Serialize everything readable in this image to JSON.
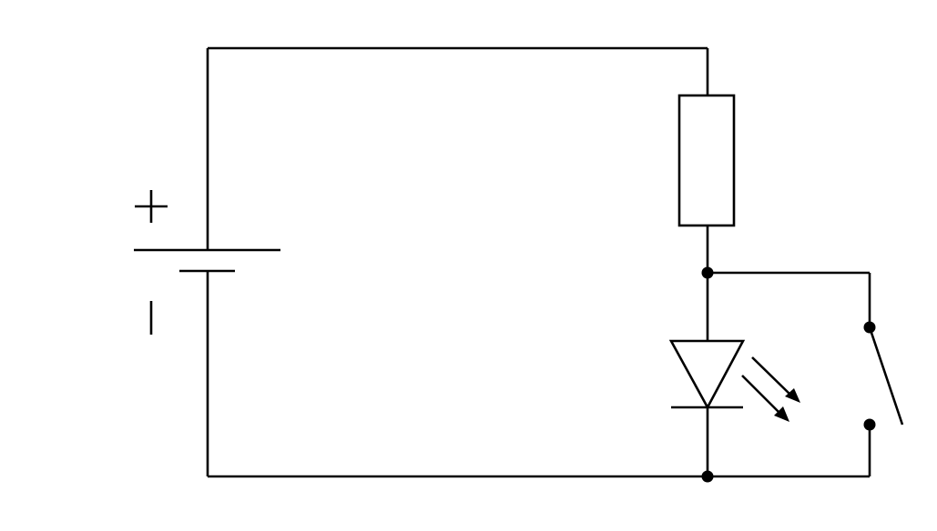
{
  "diagram": {
    "type": "circuit-schematic",
    "stroke_color": "#000000",
    "background_color": "#ffffff",
    "components": [
      {
        "name": "battery",
        "icon": "battery-icon",
        "positive_mark": "+",
        "negative_mark": "−"
      },
      {
        "name": "resistor",
        "icon": "resistor-icon"
      },
      {
        "name": "led",
        "icon": "led-icon"
      },
      {
        "name": "switch",
        "icon": "open-switch-icon",
        "state": "open"
      }
    ]
  }
}
